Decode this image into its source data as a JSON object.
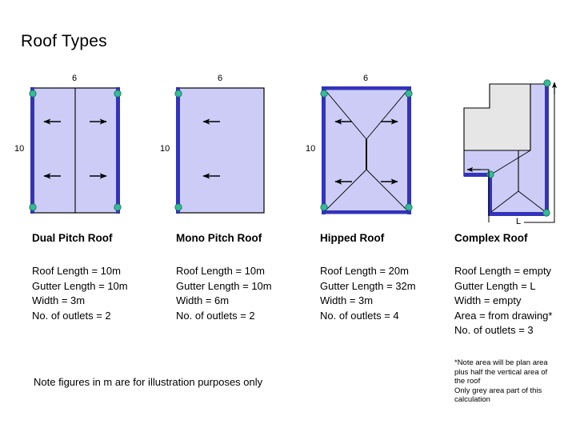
{
  "page": {
    "title": "Roof Types",
    "general_note": "Note figures in m are for illustration purposes only",
    "background_color": "#ffffff"
  },
  "colors": {
    "roof_fill": "#ccccf7",
    "gutter_blue": "#3333bb",
    "outline_black": "#000000",
    "outlet_green": "#33bb99",
    "grey_area": "#e6e6e6"
  },
  "roofs": [
    {
      "id": "dual-pitch",
      "name": "Dual Pitch Roof",
      "dimensions": {
        "width_label": "6",
        "height_label": "10"
      },
      "specs": [
        "Roof Length = 10m",
        "Gutter Length = 10m",
        "Width = 3m",
        "No. of outlets = 2"
      ],
      "outlet_count": 4,
      "arrow_count": 4
    },
    {
      "id": "mono-pitch",
      "name": "Mono Pitch Roof",
      "dimensions": {
        "width_label": "6",
        "height_label": "10"
      },
      "specs": [
        "Roof Length = 10m",
        "Gutter Length = 10m",
        "Width = 6m",
        "No. of outlets = 2"
      ],
      "outlet_count": 2,
      "arrow_count": 2
    },
    {
      "id": "hipped",
      "name": "Hipped Roof",
      "dimensions": {
        "width_label": "6",
        "height_label": "10"
      },
      "specs": [
        "Roof Length = 20m",
        "Gutter Length = 32m",
        "Width = 3m",
        "No. of outlets = 4"
      ],
      "outlet_count": 4,
      "arrow_count": 4
    },
    {
      "id": "complex",
      "name": "Complex Roof",
      "dimensions": {
        "width_label": "L",
        "height_label": ""
      },
      "specs": [
        "Roof Length = empty",
        "Gutter Length = L",
        "Width = empty",
        "Area = from drawing*",
        "No. of outlets = 3"
      ],
      "outlet_count": 3,
      "arrow_count": 1,
      "footnote": [
        "*Note area will be plan area",
        "plus half the vertical area of",
        "the roof",
        "Only grey area part of this",
        "calculation"
      ]
    }
  ]
}
